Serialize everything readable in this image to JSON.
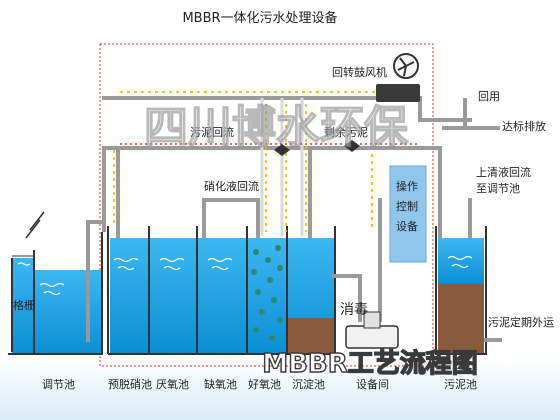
{
  "title": "MBBR一体化污水处理设备",
  "watermark": "四川博水环保",
  "caption": "MBBR工艺流程图",
  "components": {
    "blower": "回转鼓风机",
    "reuse": "回用",
    "discharge": "达标排放",
    "sludge_return": "污泥回流",
    "excess_sludge": "剩余污泥",
    "nitrate_return": "硝化液回流",
    "control": [
      "操作",
      "控制",
      "设备"
    ],
    "supernatant": [
      "上清液回流",
      "至调节池"
    ],
    "disinfection": "消毒",
    "sludge_out": "污泥定期外运",
    "screen": "格栅"
  },
  "units": [
    "调节池",
    "预脱硝池",
    "厌氧池",
    "缺氧池",
    "好氧池",
    "沉淀池",
    "设备间",
    "污泥池"
  ],
  "colors": {
    "water": "#1aa3e8",
    "water_light": "#5cc4f2",
    "sludge": "#8a5a3c",
    "pipe": "#9a9a9a",
    "air_pipe": "#d9d9d9",
    "arrow_yellow": "#f2c200",
    "border_red": "#d33",
    "control_box": "#8fc6ee",
    "green_dot": "#2a8a6a"
  },
  "icons": [
    "fan-icon",
    "wave-icon",
    "arrow-icon"
  ]
}
